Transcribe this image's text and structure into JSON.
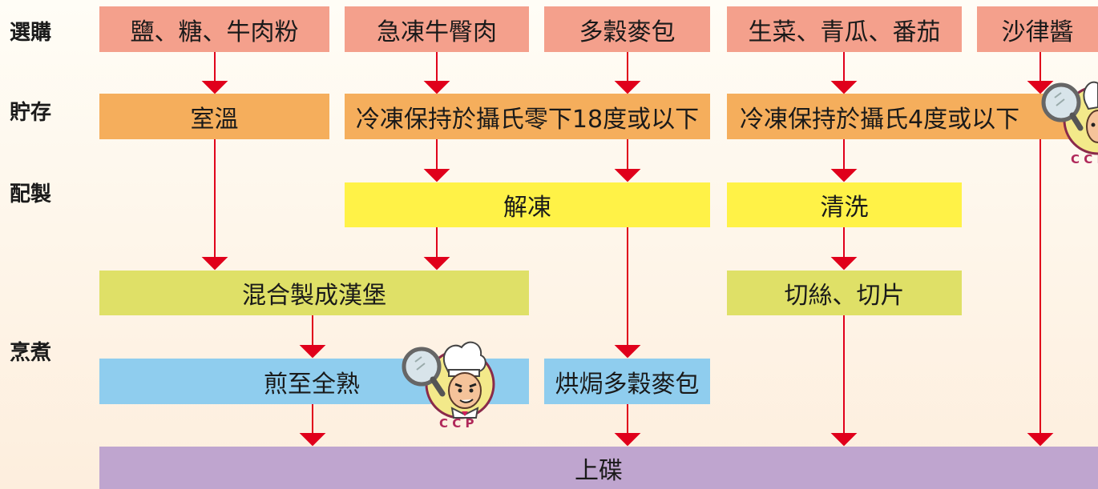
{
  "stages": {
    "selection": "選購",
    "storage": "貯存",
    "preparation": "配製",
    "cooking": "烹煮"
  },
  "selection_items": [
    "鹽、糖、牛肉粉",
    "急凍牛臀肉",
    "多穀麥包",
    "生菜、青瓜、番茄",
    "沙律醬"
  ],
  "storage_items": [
    "室溫",
    "冷凍保持於攝氏零下18度或以下",
    "冷凍保持於攝氏4度或以下"
  ],
  "preparation_items": [
    "解凍",
    "清洗"
  ],
  "mixing": {
    "make_burger": "混合製成漢堡",
    "shred_slice": "切絲、切片"
  },
  "cooking_items": {
    "fry": "煎至全熟",
    "bake": "烘焗多穀麥包"
  },
  "final_step": "上碟",
  "ccp_badge": "C C P",
  "colors": {
    "arrow": "#e0001b",
    "selection": "#f4a08c",
    "storage": "#f5ae5c",
    "prep": "#fff247",
    "mix": "#dfe067",
    "cook": "#8fcdee",
    "final": "#bfa5cf"
  }
}
